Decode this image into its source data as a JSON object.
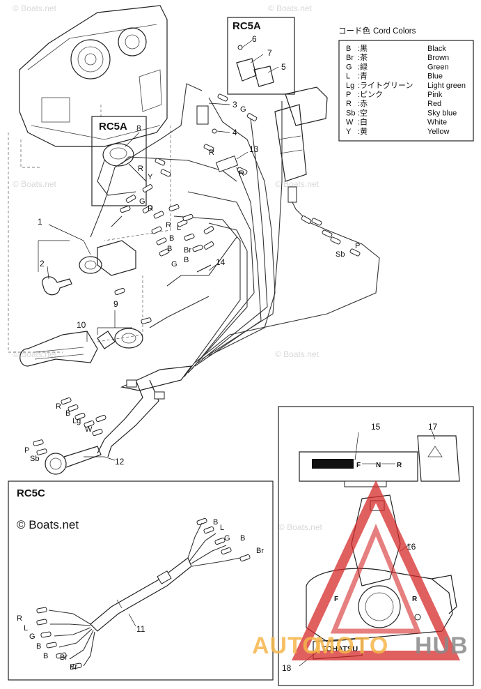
{
  "watermark_text": "© Boats.net",
  "copyright": "© Boats.net",
  "logo": {
    "part1": "AUTO",
    "part2": "MOTO",
    "part3": "HUB"
  },
  "brand": "TOHATSU",
  "section_labels": {
    "rc5a_top": "RC5A",
    "rc5a_left": "RC5A",
    "rc5c": "RC5C"
  },
  "cord_colors": {
    "heading_ja": "コード色",
    "heading_en": "Cord Colors",
    "rows": [
      {
        "code": "B",
        "ja": ":黒",
        "en": "Black"
      },
      {
        "code": "Br",
        "ja": ":茶",
        "en": "Brown"
      },
      {
        "code": "G",
        "ja": ":緑",
        "en": "Green"
      },
      {
        "code": "L",
        "ja": ":青",
        "en": "Blue"
      },
      {
        "code": "Lg",
        "ja": ":ライトグリーン",
        "en": "Light green"
      },
      {
        "code": "P",
        "ja": ":ピンク",
        "en": "Pink"
      },
      {
        "code": "R",
        "ja": ":赤",
        "en": "Red"
      },
      {
        "code": "Sb",
        "ja": ":空",
        "en": "Sky blue"
      },
      {
        "code": "W",
        "ja": ":白",
        "en": "White"
      },
      {
        "code": "Y",
        "ja": ":黄",
        "en": "Yellow"
      }
    ]
  },
  "part_numbers": {
    "p1": "1",
    "p2": "2",
    "p3": "3",
    "p4": "4",
    "p5": "5",
    "p6": "6",
    "p7": "7",
    "p8": "8",
    "p9": "9",
    "p10": "10",
    "p11": "11",
    "p12": "12",
    "p13": "13",
    "p14": "14",
    "p15": "15",
    "p16": "16",
    "p17": "17",
    "p18": "18"
  },
  "wire_labels": {
    "g_top": "G",
    "r_13a": "R",
    "r_13b": "R",
    "p_right": "P",
    "sb_right": "Sb",
    "r_8": "R",
    "y_8": "Y",
    "g_sw": "G",
    "r_sw1": "R",
    "r_sw2": "R",
    "l_sw": "L",
    "b_sw1": "B",
    "b_sw2": "B",
    "g_sw2": "G",
    "br_sw": "Br",
    "b_sw3": "B",
    "r_h": "R",
    "b_h": "B",
    "lg_h": "Lg",
    "w_h": "W",
    "p_h": "P",
    "sb_h": "Sb",
    "rc_b1": "B",
    "rc_l": "L",
    "rc_g": "G",
    "rc_b2": "B",
    "rc_br": "Br",
    "rc_r": "R",
    "rc_l2": "L",
    "rc_g2": "G",
    "rc_b3": "B",
    "rc_b4": "B",
    "rc_br2": "Br",
    "rc_br3": "Br"
  },
  "gauge_letters": {
    "f": "F",
    "n": "N",
    "r": "R"
  },
  "handle_letters": {
    "f": "F",
    "r": "R"
  }
}
